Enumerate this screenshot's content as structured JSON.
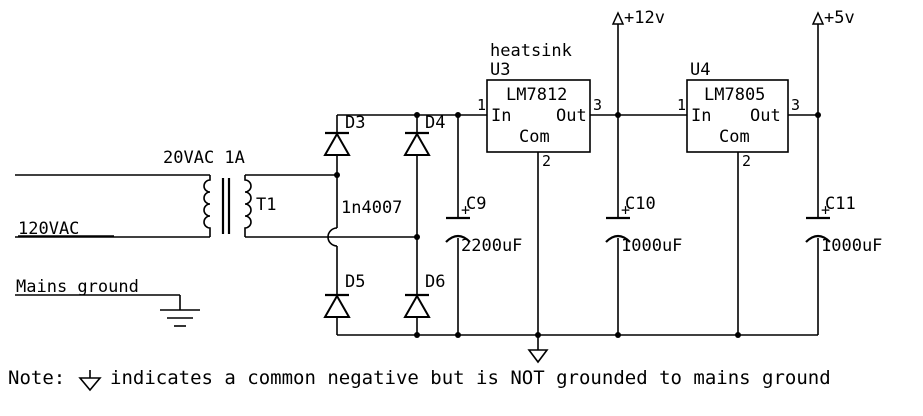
{
  "labels": {
    "heatsink": "heatsink",
    "u3_ref": "U3",
    "u3_part": "LM7812",
    "u3_in": "In",
    "u3_out": "Out",
    "u3_com": "Com",
    "u4_ref": "U4",
    "u4_part": "LM7805",
    "u4_in": "In",
    "u4_out": "Out",
    "u4_com": "Com",
    "pin_1": "1",
    "pin_2": "2",
    "pin_3": "3",
    "transformer_rating": "20VAC 1A",
    "transformer_ref": "T1",
    "input_label": "120VAC",
    "mains_ground": "Mains ground",
    "d3": "D3",
    "d4": "D4",
    "d5": "D5",
    "d6": "D6",
    "diode_part": "1n4007",
    "c9": "C9",
    "c9_value": "2200uF",
    "c10": "C10",
    "c10_value": "1000uF",
    "c11": "C11",
    "c11_value": "1000uF",
    "plus_12": "+12v",
    "plus_5": "+5v",
    "plus_sign": "+"
  },
  "note": {
    "prefix": "Note:",
    "suffix": "indicates a common negative but is NOT grounded to mains ground"
  }
}
